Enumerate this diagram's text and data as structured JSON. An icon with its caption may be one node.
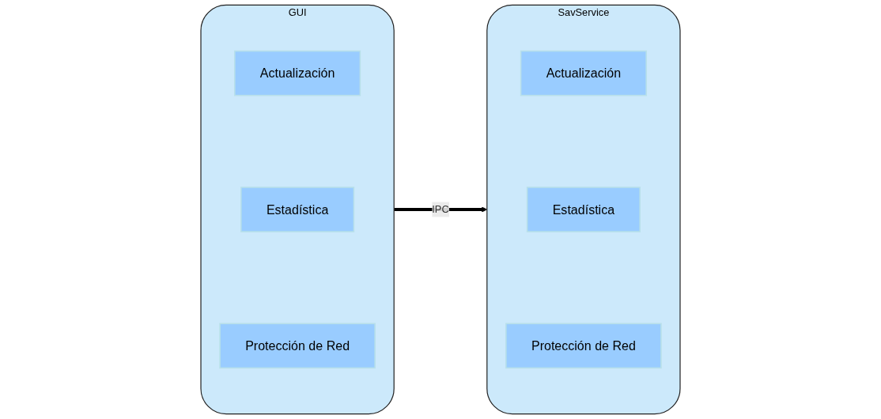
{
  "diagram": {
    "nodes": [
      {
        "text": [
          "GUI"
        ]
      },
      {
        "text": [
          "Actualización"
        ],
        "in": 0
      },
      {
        "text": [
          "Estadística"
        ],
        "in": 0
      },
      {
        "text": [
          "Protección de Red"
        ],
        "in": 0
      },
      {
        "text": [
          "SavService"
        ]
      },
      {
        "text": [
          "Actualización"
        ],
        "in": 4
      },
      {
        "text": [
          "Estadística"
        ],
        "in": 4
      },
      {
        "text": [
          "Protección de Red"
        ],
        "in": 4
      }
    ],
    "edges": [
      {
        "from": 0,
        "to": 4,
        "arrow": "to",
        "label": "IPC"
      }
    ]
  }
}
